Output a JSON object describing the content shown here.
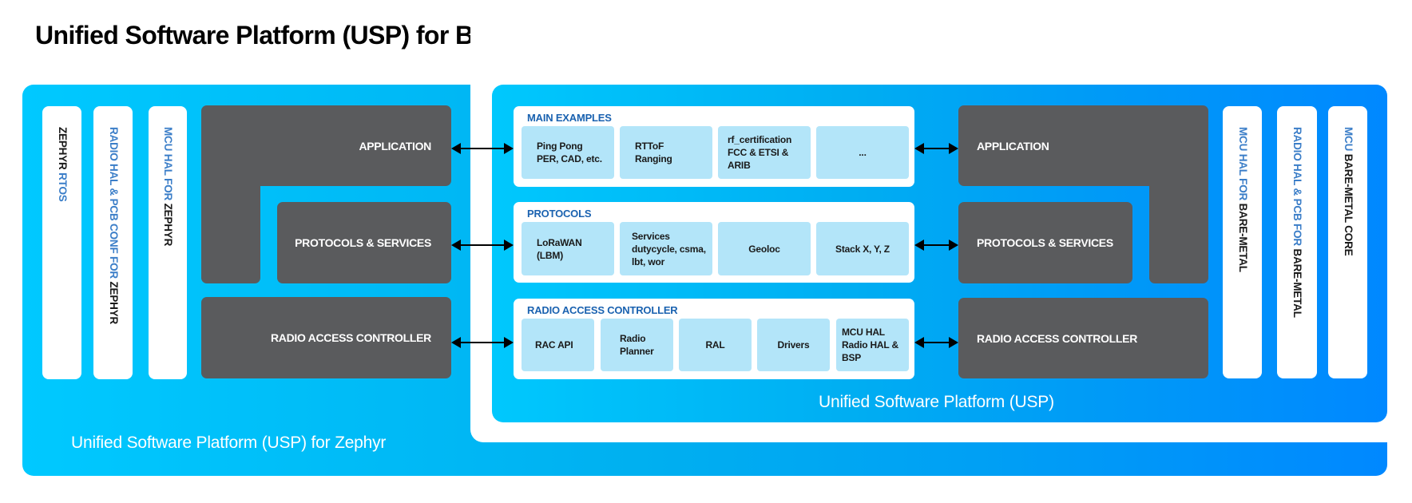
{
  "title": "Unified Software Platform (USP) for Bare-metal and Zephyr",
  "colors": {
    "panel_light": "#00c9ff",
    "panel_dark": "#0088ff",
    "dark_block": "#5a5b5d",
    "cell": "#b3e5f9",
    "heading_blue": "#1a62b0",
    "column_blue": "#3b7ec8"
  },
  "zephyr_panel": {
    "label": "Unified Software Platform (USP) for Zephyr",
    "columns": [
      {
        "blue": "",
        "black": "ZEPHYR ",
        "blue2": "RTOS"
      },
      {
        "blue": "RADIO HAL & PCB CONF FOR ",
        "black": "ZEPHYR",
        "blue2": ""
      },
      {
        "blue": "MCU HAL FOR ",
        "black": "ZEPHYR",
        "blue2": ""
      }
    ],
    "blocks": {
      "application": "APPLICATION",
      "protocols": "PROTOCOLS & SERVICES",
      "rac": "RADIO ACCESS CONTROLLER"
    }
  },
  "usp_panel": {
    "label": "Unified Software Platform (USP)",
    "main_examples": {
      "title": "MAIN EXAMPLES",
      "items": [
        "Ping Pong\nPER, CAD, etc.",
        "RTToF\nRanging",
        "rf_certification\nFCC & ETSI &\nARIB",
        "..."
      ]
    },
    "protocols": {
      "title": "PROTOCOLS",
      "items": [
        "LoRaWAN\n(LBM)",
        "Services\ndutycycle, csma,\nlbt, wor",
        "Geoloc",
        "Stack X, Y, Z"
      ]
    },
    "rac": {
      "title": "RADIO ACCESS CONTROLLER",
      "items": [
        "RAC API",
        "Radio\nPlanner",
        "RAL",
        "Drivers",
        "MCU HAL\nRadio HAL &\nBSP"
      ]
    }
  },
  "baremetal": {
    "blocks": {
      "application": "APPLICATION",
      "protocols": "PROTOCOLS & SERVICES",
      "rac": "RADIO ACCESS CONTROLLER"
    },
    "columns": [
      {
        "blue": "MCU HAL FOR ",
        "black": "BARE-METAL",
        "blue2": ""
      },
      {
        "blue": "RADIO HAL & PCB FOR ",
        "black": "BARE-METAL",
        "blue2": ""
      },
      {
        "blue": "MCU ",
        "black": "BARE-METAL CORE",
        "blue2": ""
      }
    ]
  }
}
